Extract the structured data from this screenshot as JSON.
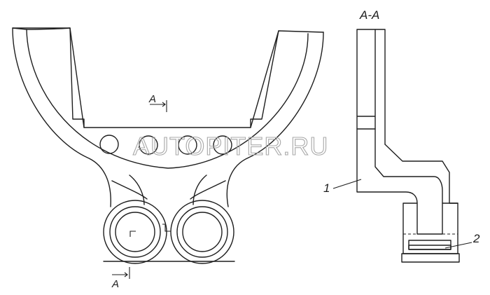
{
  "section_title": "A-A",
  "section_marks": {
    "top": "A",
    "bottom": "A"
  },
  "callouts": {
    "part_1": "1",
    "part_2": "2"
  },
  "watermark": "AUTOPITER.RU",
  "colors": {
    "line": "#1e1e1e",
    "watermark": "#a8a8a8",
    "background": "#ffffff"
  }
}
